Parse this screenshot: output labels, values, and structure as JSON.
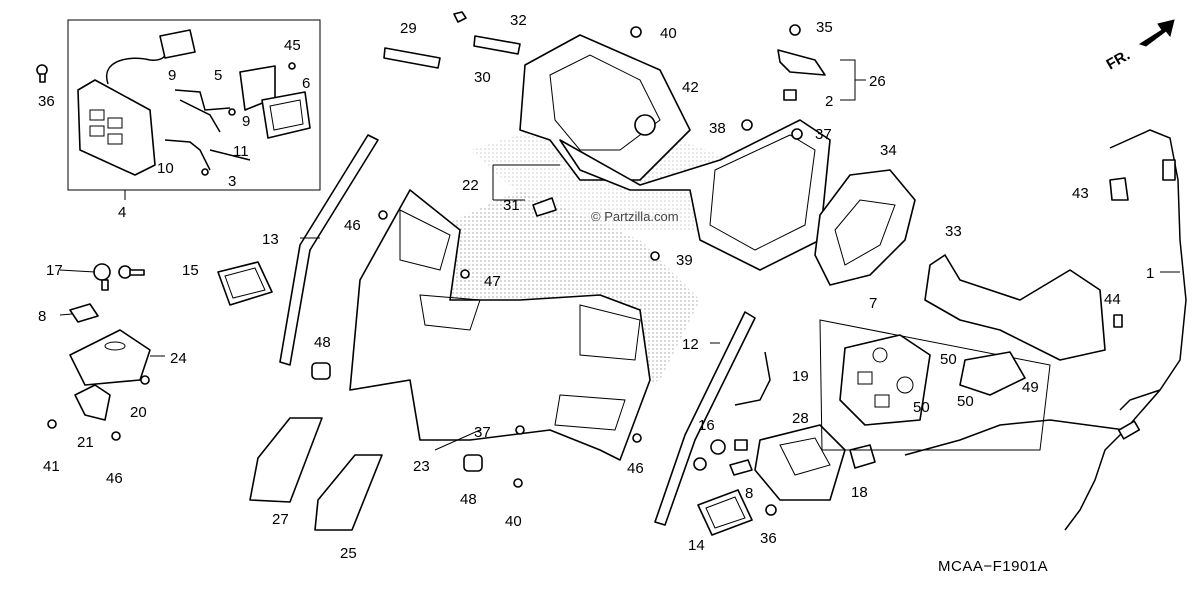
{
  "diagram": {
    "drawing_code": "MCAA−F1901A",
    "watermark": "© Partzilla.com",
    "direction_label": "FR.",
    "callouts": [
      "36",
      "4",
      "9",
      "5",
      "45",
      "6",
      "9",
      "10",
      "11",
      "3",
      "29",
      "30",
      "32",
      "40",
      "42",
      "22",
      "31",
      "35",
      "26",
      "2",
      "38",
      "37",
      "34",
      "13",
      "46",
      "47",
      "17",
      "15",
      "8",
      "24",
      "20",
      "21",
      "41",
      "46",
      "48",
      "23",
      "37",
      "48",
      "40",
      "39",
      "33",
      "7",
      "44",
      "43",
      "1",
      "12",
      "19",
      "16",
      "8",
      "28",
      "18",
      "14",
      "36",
      "27",
      "25",
      "46",
      "50",
      "50",
      "50",
      "49"
    ]
  }
}
